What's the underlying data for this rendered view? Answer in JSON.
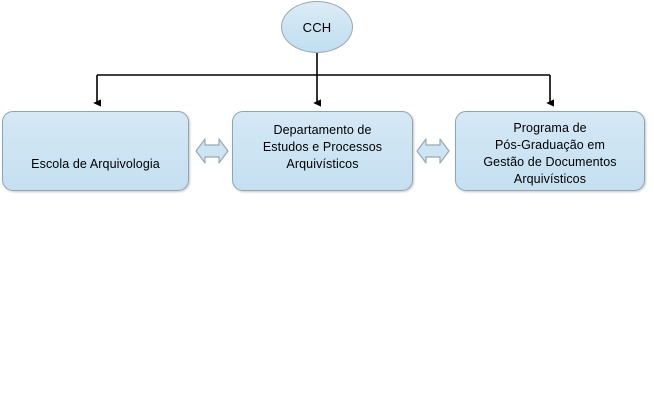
{
  "diagram": {
    "type": "organizational-chart",
    "background_color": "#ffffff",
    "node_fill_color": "#cde4f3",
    "node_border_color": "#93a3ad",
    "connector_color": "#000000",
    "root": {
      "id": "cch",
      "shape": "ellipse",
      "label": "CCH"
    },
    "units": [
      {
        "id": "escola",
        "shape": "rounded-rectangle",
        "label": "Escola de Arquivologia"
      },
      {
        "id": "departamento",
        "shape": "rounded-rectangle",
        "label": "Departamento de\nEstudos e Processos\nArquivísticos"
      },
      {
        "id": "programa",
        "shape": "rounded-rectangle",
        "label": "Programa de\nPós-Graduação em\nGestão de Documentos\nArquivísticos"
      }
    ],
    "hierarchy_links": [
      {
        "from": "cch",
        "to": "escola",
        "style": "arrow-down"
      },
      {
        "from": "cch",
        "to": "departamento",
        "style": "arrow-down"
      },
      {
        "from": "cch",
        "to": "programa",
        "style": "arrow-down"
      }
    ],
    "peer_links": [
      {
        "from": "escola",
        "to": "departamento",
        "style": "double-headed-block-arrow"
      },
      {
        "from": "departamento",
        "to": "programa",
        "style": "double-headed-block-arrow"
      }
    ]
  }
}
